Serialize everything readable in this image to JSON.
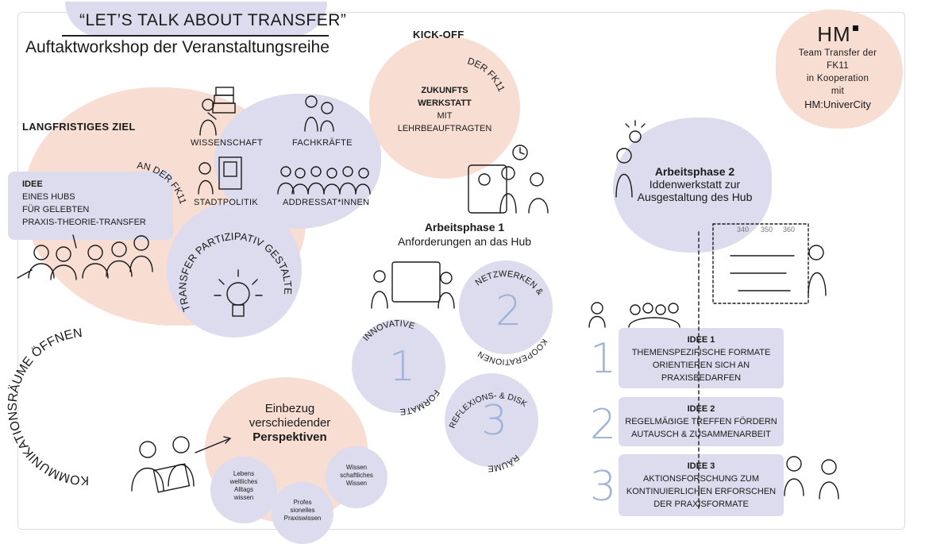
{
  "header": {
    "title": "“LET’S TALK ABOUT TRANSFER”",
    "subtitle": "Auftaktworkshop der Veranstaltungsreihe"
  },
  "logo": {
    "brand": "HM",
    "line1": "Team Transfer der",
    "line2": "FK11",
    "line3": "in Kooperation",
    "line4": "mit",
    "partner": "HM:UniverCity"
  },
  "goal": {
    "heading": "LANGFRISTIGES ZIEL",
    "curved_fk11": "AN DER FK11",
    "idea_title": "IDEE",
    "idea_line1": "EINES HUBS",
    "idea_line2": "FÜR GELEBTEN",
    "idea_line3": "PRAXIS-THEORIE-TRANSFER",
    "curved_participative": "TRANSFER PARTIZIPATIV GESTALTEN",
    "stakeholders": {
      "science": "WISSENSCHAFT",
      "professionals": "FACHKRÄFTE",
      "city_politics": "STADTPOLITIK",
      "addressees": "ADDRESSAT*INNEN"
    }
  },
  "kickoff": {
    "heading": "KICK-OFF",
    "curved": "DER FK11",
    "line1": "ZUKUNFTS",
    "line2": "WERKSTATT",
    "line3": "MIT",
    "line4": "LEHRBEAUFTRAGTEN"
  },
  "phase1": {
    "title": "Arbeitsphase 1",
    "subtitle": "Anforderungen an das Hub",
    "circle1_top": "INNOVATIVE",
    "circle1_num": "1",
    "circle1_bottom": "FORMATE",
    "circle2_top": "NETZWERKEN &",
    "circle2_num": "2",
    "circle2_bottom": "KOOPERATIONEN",
    "circle3_top": "REFLEXIONS- & DISKUSSIONS-",
    "circle3_num": "3",
    "circle3_bottom": "RÄUME"
  },
  "phase2": {
    "title": "Arbeitsphase 2",
    "line1": "Iddenwerkstatt zur",
    "line2": "Ausgestaltung des Hub",
    "board_labels": [
      "340",
      "350",
      "360"
    ]
  },
  "ideas": [
    {
      "num": "1",
      "title": "IDEE 1",
      "lines": [
        "THEMENSPEZIFISCHE FORMATE",
        "ORIENTIEREN SICH AN",
        "PRAXISBEDARFEN"
      ]
    },
    {
      "num": "2",
      "title": "IDEE 2",
      "lines": [
        "REGELMÄẞIGE TREFFEN FÖRDERN",
        "AUTAUSCH & ZUSAMMENARBEIT"
      ]
    },
    {
      "num": "3",
      "title": "IDEE 3",
      "lines": [
        "AKTIONSFORSCHUNG ZUM",
        "KONTINUIERLICHEN ERFORSCHEN",
        "DER PRAXISFORMATE"
      ]
    }
  ],
  "communication": {
    "curved": "KOMMUNIKATIONSRÄUME ÖFFNEN"
  },
  "perspectives": {
    "line1": "Einbezug",
    "line2": "verschiedender",
    "line3": "Perspektiven",
    "circle_a": [
      "Lebens",
      "weltliches",
      "Alltags",
      "wissen"
    ],
    "circle_b": [
      "Profes",
      "sionelles",
      "Praxiswissen"
    ],
    "circle_c": [
      "Wissen",
      "schaftliches",
      "Wissen"
    ]
  },
  "colors": {
    "peach": "#f8ddd3",
    "lavender": "#dcdcee",
    "number_blue": "#9fb3d9",
    "ink": "#1a1a1a"
  }
}
